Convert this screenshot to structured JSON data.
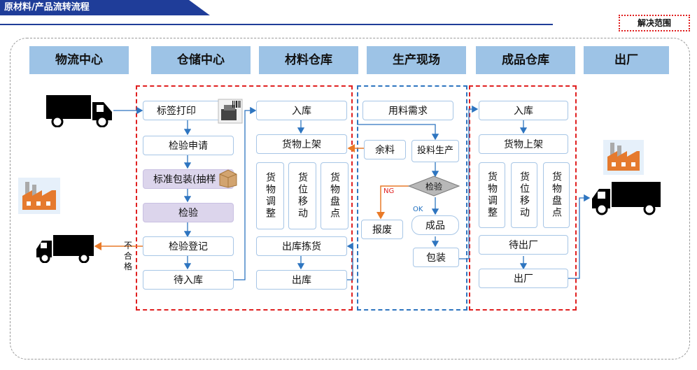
{
  "title": "原材料/产品流转流程",
  "scope_label": "解决范围",
  "headers": [
    "物流中心",
    "仓储中心",
    "材料仓库",
    "生产现场",
    "成品仓库",
    "出厂"
  ],
  "warehouse": {
    "label_print": "标签打印",
    "inspect_apply": "检验申请",
    "std_pack": "标准包装(抽样",
    "inspect": "检验",
    "inspect_reg": "检验登记",
    "pending_in": "待入库",
    "reject_label": "不合格"
  },
  "material": {
    "in": "入库",
    "shelf": "货物上架",
    "adjust": "货物调整",
    "move": "货位移动",
    "count": "货物盘点",
    "pick": "出库拣货",
    "out": "出库"
  },
  "production": {
    "demand": "用料需求",
    "surplus": "余料",
    "feed": "投料生产",
    "check": "检验",
    "ng": "NG",
    "ok": "OK",
    "scrap": "报废",
    "product": "成品",
    "pack": "包装"
  },
  "finished": {
    "in": "入库",
    "shelf": "货物上架",
    "adjust": "货物调整",
    "move": "货位移动",
    "count": "货物盘点",
    "pending_out": "待出厂",
    "out": "出厂"
  },
  "colors": {
    "primary": "#1f3d99",
    "header": "#9dc3e6",
    "red": "#e02020",
    "blue": "#2e75c0",
    "orange": "#e97a28"
  }
}
